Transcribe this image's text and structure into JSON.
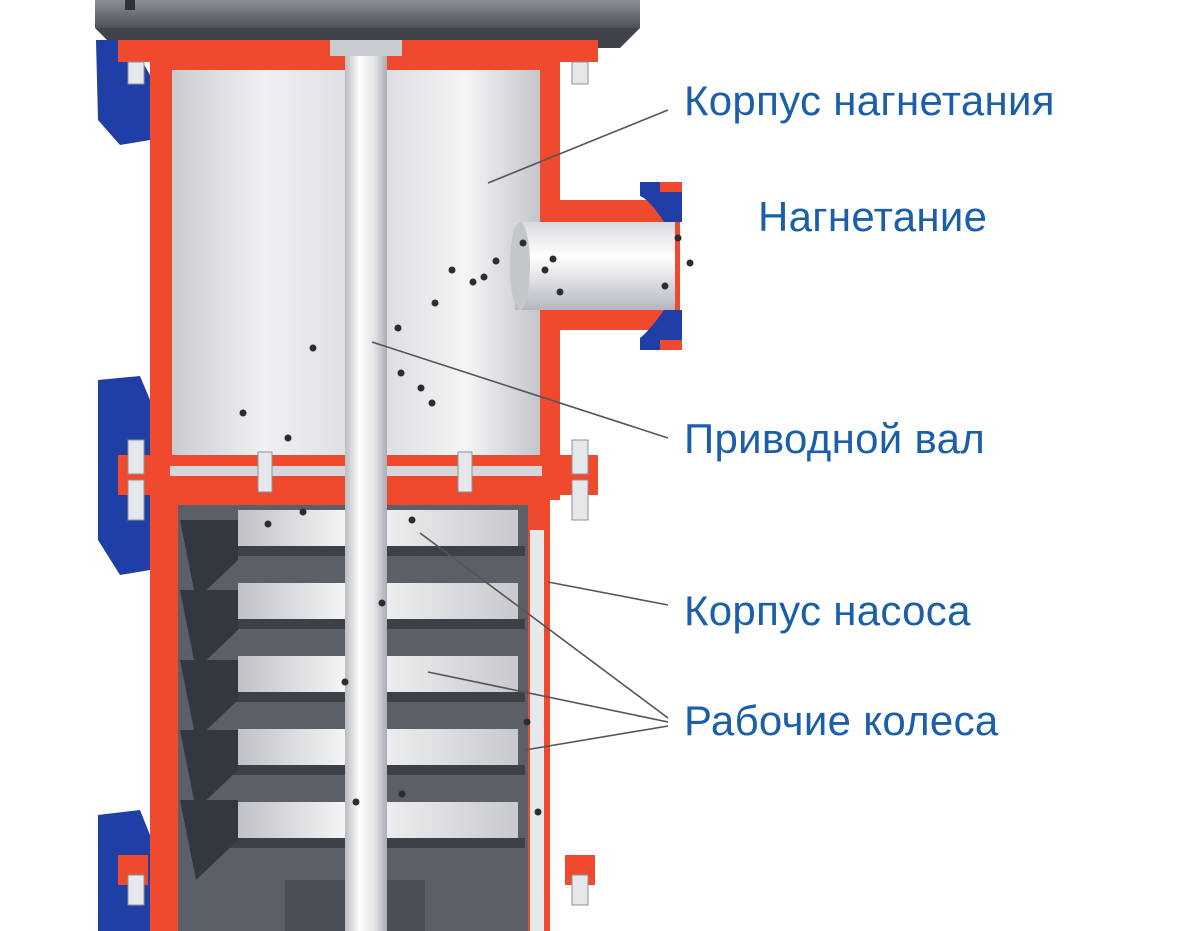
{
  "labels": {
    "discharge_housing": "Корпус нагнетания",
    "discharge": "Нагнетание",
    "drive_shaft": "Приводной вал",
    "pump_housing": "Корпус насоса",
    "impellers": "Рабочие колеса"
  },
  "colors": {
    "casing_section": "#f04a2e",
    "flange_blue": "#1f3fa6",
    "metal_light": "#e4e6ea",
    "metal_dark": "#5b5f66",
    "label_text": "#1a5fa8",
    "leader_line": "#555555"
  }
}
